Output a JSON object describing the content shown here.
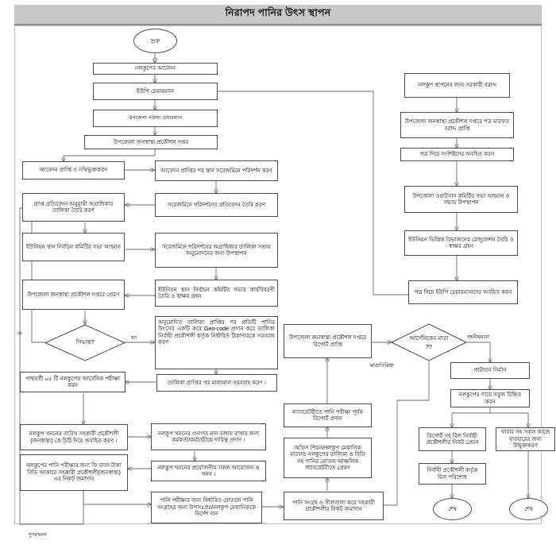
{
  "header": {
    "title": "নিরাপদ পানির উৎস স্থাপন"
  },
  "footnote": "পুণঃখনন",
  "edge_labels": {
    "decision_no": "না",
    "decision_yes": "হ্যা",
    "arsenic_tolerable": "সহনীয়মাত্রা",
    "arsenic_excess": "মাত্রাতিরিক্ত"
  },
  "nodes": {
    "start": "শুরু",
    "application": "নলকুপের আবেদন",
    "up_chairman": "ইউপি চেয়ারম্যান",
    "upazila_parishad_chairman": "উপজেলা পরিষদ চেয়ারম্যান",
    "dphe_office": "উপজেলা  জনস্বাস্থ্য প্রকৌশল দপ্তর",
    "receive_register": "আবেদন প্রাপ্তি ও নথিভুক্তকরণ",
    "site_visit": "আবেদন প্রাপ্তির পর স্থান সরেজমিনে পরিদর্শন করণ",
    "site_report": "সরেজমিনে পরিদর্শনের প্রতিবেদন তৈরি করণ",
    "priority_list": "প্রাপ্ত প্রতিবেদন অনুযায়ী অগ্রাধিকার তালিকা তৈরি করণ",
    "union_committee_meeting": "ইউনিয়ন স্থান নির্বাচন কমিটির সভা আহ্বান",
    "priority_approval": "সরেজমিনে পরিদর্শনের অগ্রাধিকার তালিকা সভায় অনুমোদনের জন্য উপস্থাপন",
    "send_to_dphe": "উপজেলা জনস্বাস্থ্য প্রকৌশল দপ্তরে প্রেরণ",
    "meeting_minutes": "ইউনিয়ন  স্থান  নির্বাচন  কমিটির সভার  কার্যবিবরণী  তৈরি  ও  স্বাক্ষর গ্রহন",
    "decision": "সিদ্ধান্ত?",
    "geocode": "অনুমোদিত  তালিকা  প্রাপ্তির  পর  প্রতিটি পানির  উৎসের  একটি  করে  Geo-code প্রদান  করে  তালিকা  নির্বাহী  প্রকৌশলী কর্তৃক   নির্ধারিত   ঠিকাদারকে   সরবরাহ করণ",
    "supply_materials": "তালিকা প্রাপ্তির পর মালামাল সরবরাহ করণ ।",
    "arsenic_test_5": "পাশ্ববর্তী ০৫ টি নলকুপের আর্সেনিক পরীক্ষা করন",
    "inform_ae_date": "নলকুপ খননের তারিখ সহকারী প্রকৌশলী (জনস্বাস্থ্য) কে চিঠি দিয়ে অবহিত করণ ।",
    "quality_officer": "নলকুপ খননের গুনগত মান বজায় রাখার জন্য কর্মকর্তা/কর্মচারীকে দায়িত্ব প্রদান ।",
    "fee_deposit": "নলকুপের পানি পরীক্ষার জন্য ফি বাবদ টাকা বিডি আকারে সহকারী প্রকৌশলী(জনস্বাস্থ্য) এর নিকট জমাদান",
    "arrange_excavation": "নলকুপ খননের প্রয়োজনীয় সকল আয়োজন ও খনন ।",
    "bottle_instruction": "পানি পরীক্ষার জন্য নির্ধারিত বোতলে পানি সংগ্রহের জন্য উপসঃপ্রঃ/নলকুপ মেকানিককে নির্দেশ দান",
    "collect_seal": "পানি সংগ্রহ ও সীলগালা করে সহকারী প্রকৌশলীর নিকট জমাদান",
    "send_to_lab": "অফিস পিয়ন/নলকুপ মেকানিক মারফত নলকুপের তালিকা ও বিডি সহ পানির বোতল আঞ্চলিক ল্যাবরেটরীতে প্রেরণ",
    "lab_report": "ল্যাবরেটরীতে পানি পরীক্ষা পূর্বক রিপোর্ট প্রদান",
    "dphe_receive_report": "উপজেলা জনস্বাস্থ্য প্রকৌশল দপ্তরে রিপোর্ট প্রাপ্তি",
    "arsenic_level": "আর্সেনিকের মাত্রা",
    "arsenic_level_q": "??",
    "govt_allocation": "নলকুপ স্থাপনের জন্য সরকারী বরাদ্দ",
    "allocation_receipt": "উপজেলা জনস্বাস্থ্য প্রকৌশল দপ্তরে পত্র মারফত বরাদ্দ প্রাপ্তি",
    "inform_concerned": "পত্র দিয়ে সংশিষ্টদের অবহিত করন",
    "watsan_meeting": "উপজেলা ওয়াটসান কমিটির সভা আহ্বান ও সভায় উপস্থাপন",
    "union_regulation": "ইউনিয়ন ভিত্তিক বিভাজনের রেজুলেশন তৈরি ও স্বাক্ষর গ্রহন",
    "inform_up_chairman": "পত্র দিয়ে ইউপি চেয়ারম্যানদের অবহিত করন",
    "platform": "পাটাতন নির্মান",
    "green_mark": "নলকুপের গায়ে সবুজ চিহ্নিত করন",
    "bill_to_xen": "রিপোর্ট সহ বিল নির্বাহী প্রকৌশলীর নিকট প্রেরন",
    "open_for_use": "খাবার সহ সকল কাজে ব্যবহারের জন্য উন্মুক্তকরণ",
    "bill_paid": "নির্বাহী প্রকৌশলী কর্তৃক বিল পরিশোধ",
    "end_left": "শেষ",
    "end_right": "শেষ"
  }
}
